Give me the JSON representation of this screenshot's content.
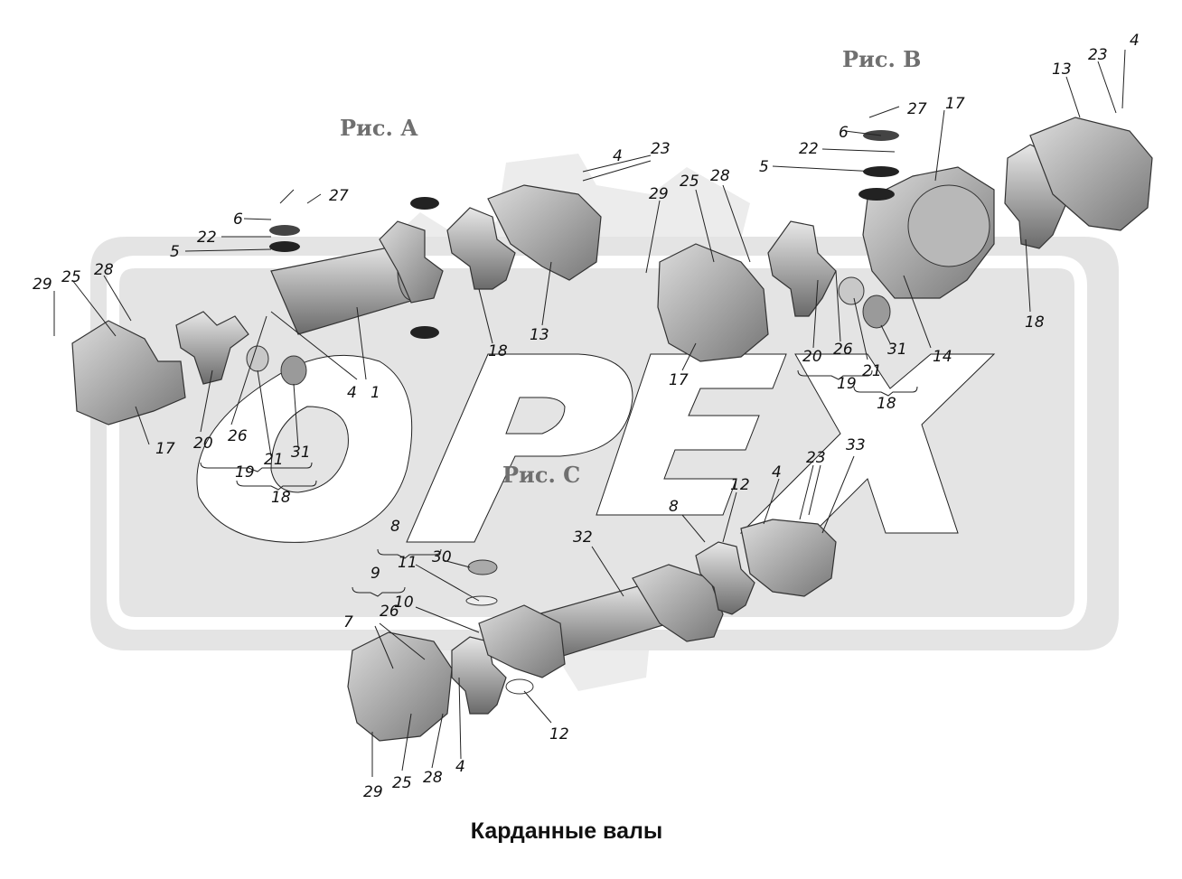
{
  "diagram": {
    "caption": "Карданные валы",
    "watermark_text": "OPEX",
    "figure_labels": {
      "fig_a": "Рис. А",
      "fig_b": "Рис. В",
      "fig_c": "Рис. С"
    },
    "callouts": {
      "a1": "1",
      "a4a": "4",
      "a4b": "4",
      "a5": "5",
      "a6": "6",
      "a13": "13",
      "a17": "17",
      "a18": "18",
      "a18b": "18",
      "a19": "19",
      "a20": "20",
      "a21": "21",
      "a22": "22",
      "a23": "23",
      "a25": "25",
      "a26": "26",
      "a27": "27",
      "a28": "28",
      "a29": "29",
      "a31": "31",
      "b4": "4",
      "b5": "5",
      "b6": "6",
      "b13": "13",
      "b14": "14",
      "b17a": "17",
      "b17b": "17",
      "b18a": "18",
      "b18b": "18",
      "b19": "19",
      "b20": "20",
      "b21": "21",
      "b22": "22",
      "b23": "23",
      "b25": "25",
      "b26": "26",
      "b27": "27",
      "b28": "28",
      "b29": "29",
      "b31": "31",
      "c4a": "4",
      "c4b": "4",
      "c7": "7",
      "c8a": "8",
      "c8b": "8",
      "c9": "9",
      "c10": "10",
      "c11": "11",
      "c12a": "12",
      "c12b": "12",
      "c23": "23",
      "c25": "25",
      "c26": "26",
      "c28": "28",
      "c29": "29",
      "c30": "30",
      "c32": "32",
      "c33": "33"
    }
  }
}
